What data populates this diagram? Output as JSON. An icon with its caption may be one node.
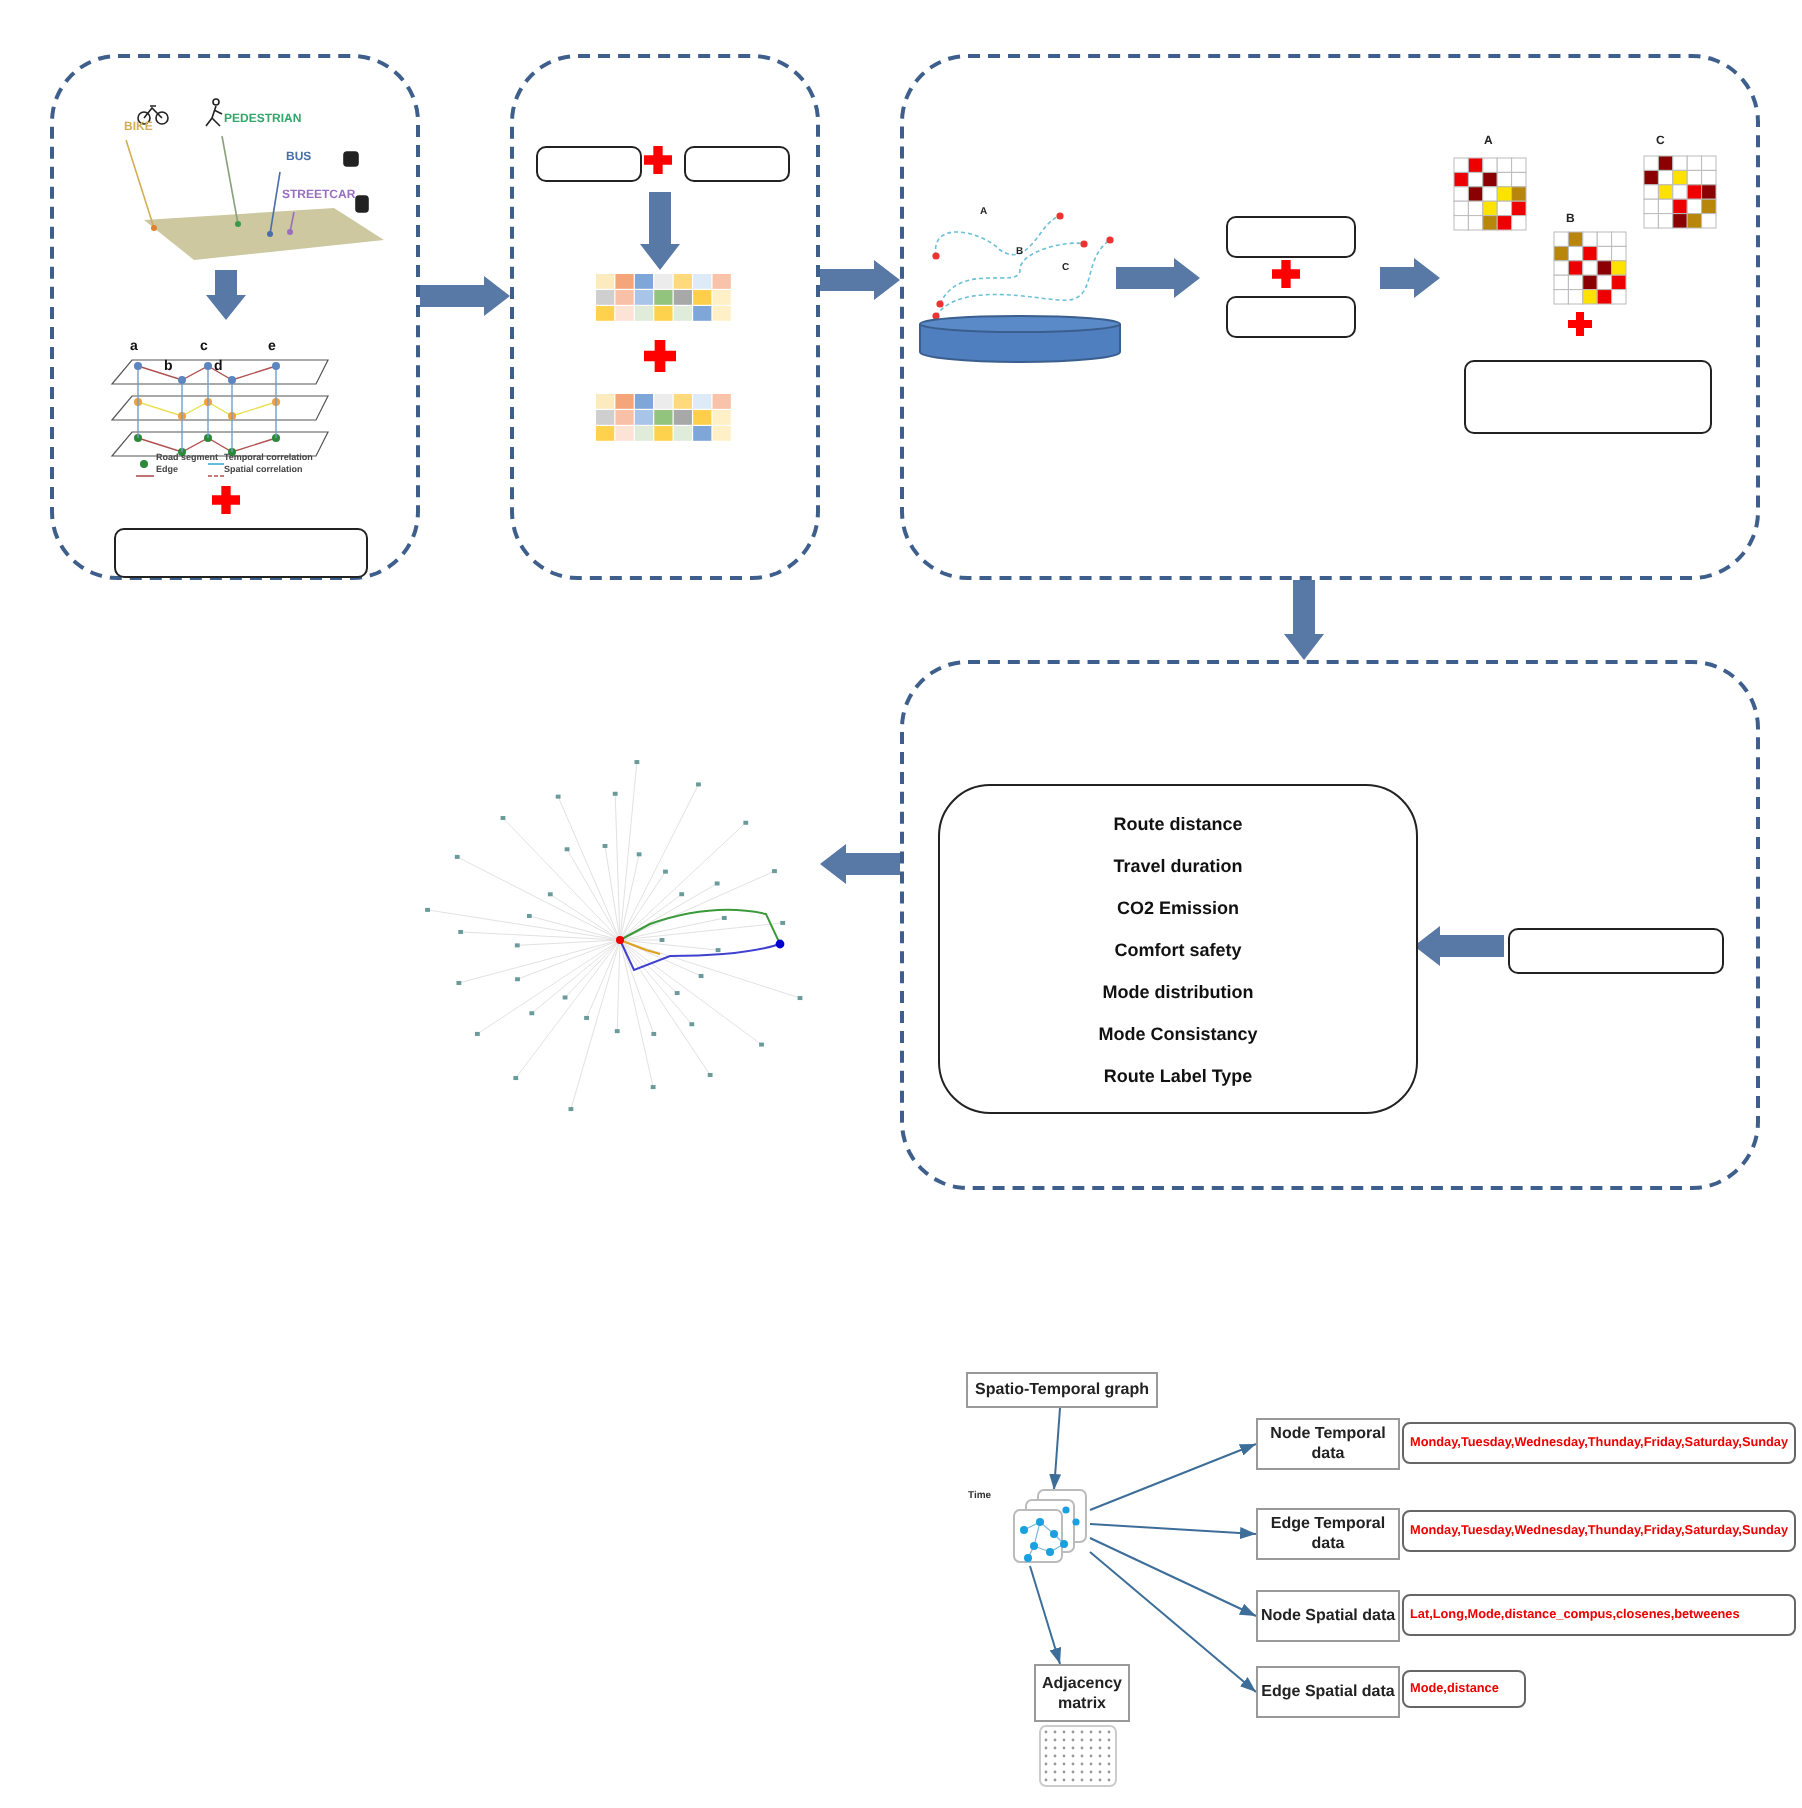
{
  "diagram": {
    "nodes": [
      {
        "text": [],
        "shape": "box"
      },
      {
        "text": [],
        "shape": "picture",
        "in": 0
      },
      {
        "text": [],
        "shape": "picture",
        "in": 0
      },
      {
        "text": [],
        "shape": "box",
        "in": 0
      },
      {
        "text": [],
        "shape": "box"
      },
      {
        "text": [],
        "shape": "box",
        "in": 4
      },
      {
        "text": [],
        "shape": "box",
        "in": 4
      },
      {
        "text": [],
        "shape": "picture",
        "in": 4
      },
      {
        "text": [],
        "shape": "picture",
        "in": 4
      },
      {
        "text": [],
        "shape": "box"
      },
      {
        "text": [],
        "shape": "picture",
        "in": 9
      },
      {
        "text": [],
        "shape": "box",
        "in": 9
      },
      {
        "text": [],
        "shape": "box",
        "in": 9
      },
      {
        "text": [],
        "shape": "picture",
        "in": 9
      },
      {
        "text": [],
        "shape": "box",
        "in": 9
      },
      {
        "text": [],
        "shape": "box"
      },
      {
        "text": [
          "Route distance",
          "Travel duration",
          "CO2 Emission",
          "Comfort safety",
          "Mode distribution",
          "Mode Consistancy",
          "Route Label Type"
        ],
        "in": 15
      },
      {
        "text": [],
        "shape": "box",
        "in": 15
      },
      {
        "text": [],
        "shape": "picture"
      },
      {
        "text": [
          "Spatio-Temporal graph"
        ]
      },
      {
        "text": [],
        "shape": "picture"
      },
      {
        "text": [
          "Node Temporal data"
        ]
      },
      {
        "text": [
          "Monday,Tuesday,Wednesday,Thunday,Friday,Saturday,Sunday"
        ]
      },
      {
        "text": [
          "Edge Temporal data"
        ]
      },
      {
        "text": [
          "Monday,Tuesday,Wednesday,Thunday,Friday,Saturday,Sunday"
        ]
      },
      {
        "text": [
          "Node Spatial data"
        ]
      },
      {
        "text": [
          "Lat,Long,Mode,distance_compus,closenes,betweenes"
        ]
      },
      {
        "text": [
          "Edge Spatial data"
        ]
      },
      {
        "text": [
          "Mode,distance"
        ]
      },
      {
        "text": [
          "Adjacency matrix"
        ]
      }
    ],
    "edges": [
      {
        "from": 0,
        "to": 4,
        "arrow": "to",
        "style": "thick"
      },
      {
        "from": 4,
        "to": 9,
        "arrow": "to",
        "style": "thick"
      },
      {
        "from": 9,
        "to": 15,
        "arrow": "to",
        "style": "thick"
      },
      {
        "from": 15,
        "to": 18,
        "arrow": "to",
        "style": "thick"
      },
      {
        "from": 1,
        "to": 2,
        "arrow": "to",
        "style": "thick"
      },
      {
        "from": null,
        "to": 7,
        "arrow": "to",
        "style": "thick"
      },
      {
        "from": 10,
        "to": null,
        "arrow": "to",
        "style": "thick"
      },
      {
        "from": null,
        "to": 13,
        "arrow": "to",
        "style": "thick"
      },
      {
        "from": 17,
        "to": 16,
        "arrow": "to",
        "style": "thick"
      },
      {
        "from": 19,
        "to": 20,
        "arrow": "to"
      },
      {
        "from": 20,
        "to": 21,
        "arrow": "to"
      },
      {
        "from": 20,
        "to": 23,
        "arrow": "to"
      },
      {
        "from": 20,
        "to": 25,
        "arrow": "to"
      },
      {
        "from": 20,
        "to": 27,
        "arrow": "to"
      },
      {
        "from": 20,
        "to": 29,
        "arrow": "to"
      }
    ],
    "labels": [
      "BIKE",
      "PEDESTRIAN",
      "BUS",
      "STREETCAR",
      "a",
      "c",
      "e",
      "b",
      "d",
      "Road segment",
      "Temporal correlation",
      "Edge",
      "Spatial correlation",
      "A",
      "B",
      "C",
      "A",
      "C",
      "B",
      "Time"
    ]
  }
}
